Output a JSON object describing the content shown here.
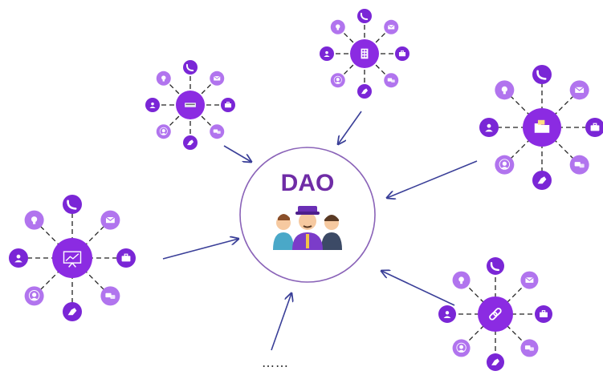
{
  "center": {
    "title": "DAO",
    "icon": "team-people-icon"
  },
  "more_label": "……",
  "colors": {
    "primary": "#8b2be2",
    "satellite_dark": "#7a26d6",
    "satellite_light": "#b174ee",
    "arrow": "#3a3f98",
    "ring": "#8a63b8",
    "title": "#6f2ca6"
  },
  "clusters": [
    {
      "name": "cluster-top-left",
      "hub_icon": "card-reader-icon"
    },
    {
      "name": "cluster-top-center",
      "hub_icon": "building-icon"
    },
    {
      "name": "cluster-right",
      "hub_icon": "folder-icon"
    },
    {
      "name": "cluster-left",
      "hub_icon": "presentation-chart-icon"
    },
    {
      "name": "cluster-bottom-right",
      "hub_icon": "chain-link-icon"
    }
  ],
  "satellite_icons": [
    "phone-icon",
    "mail-icon",
    "briefcase-icon",
    "chat-icon",
    "handshake-icon",
    "contact-icon",
    "person-icon",
    "lightbulb-icon"
  ]
}
